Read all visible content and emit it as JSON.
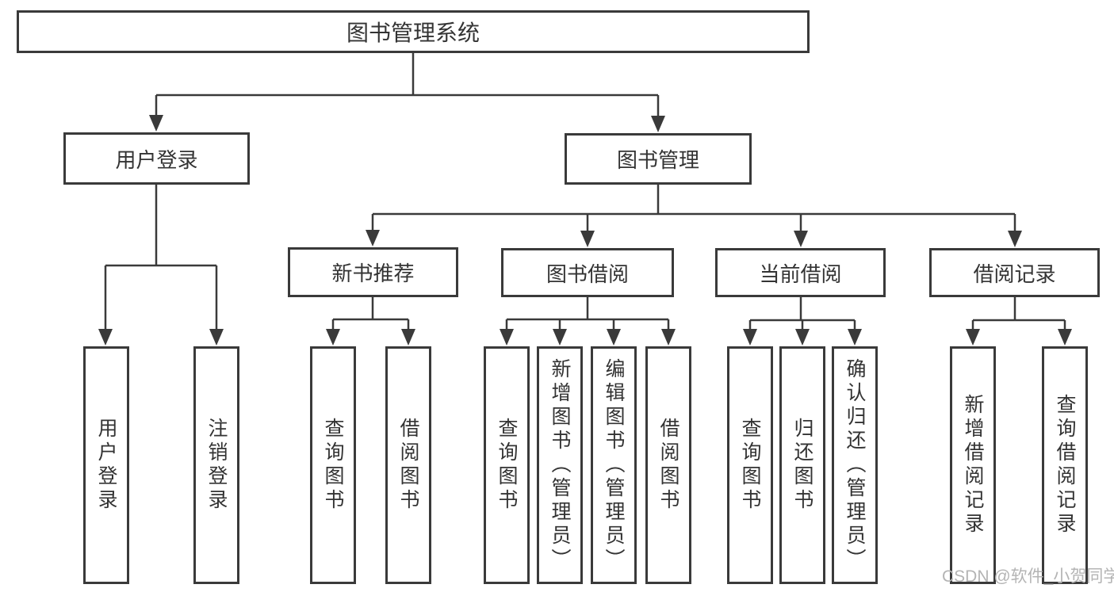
{
  "watermark": "CSDN @软件_小贺同学",
  "colors": {
    "line": "#3a3a3a",
    "text": "#333333",
    "watermark": "#b4b4b4",
    "background": "#ffffff"
  },
  "tree": {
    "label": "图书管理系统",
    "children": [
      {
        "label": "用户登录",
        "children": [
          {
            "label": "用户登录"
          },
          {
            "label": "注销登录"
          }
        ]
      },
      {
        "label": "图书管理",
        "children": [
          {
            "label": "新书推荐",
            "children": [
              {
                "label": "查询图书"
              },
              {
                "label": "借阅图书"
              }
            ]
          },
          {
            "label": "图书借阅",
            "children": [
              {
                "label": "查询图书"
              },
              {
                "label": "新增图书（管理员）"
              },
              {
                "label": "编辑图书（管理员）"
              },
              {
                "label": "借阅图书"
              }
            ]
          },
          {
            "label": "当前借阅",
            "children": [
              {
                "label": "查询图书"
              },
              {
                "label": "归还图书"
              },
              {
                "label": "确认归还（管理员）"
              }
            ]
          },
          {
            "label": "借阅记录",
            "children": [
              {
                "label": "新增借阅记录"
              },
              {
                "label": "查询借阅记录"
              }
            ]
          }
        ]
      }
    ]
  }
}
